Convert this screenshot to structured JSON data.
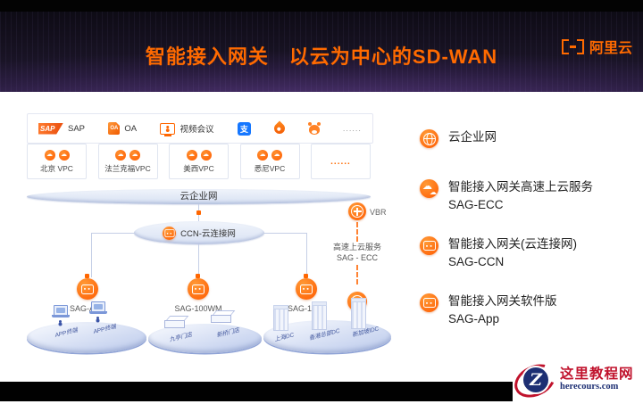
{
  "colors": {
    "accent": "#FF6A00",
    "node-orange": "#FF6600",
    "alipay-blue": "#1677FF",
    "line-blue": "#C5CFE6",
    "wm-red": "#C0122C",
    "wm-navy": "#1D2F73"
  },
  "icons": {
    "cloud": "☁",
    "alipay_char": "支"
  },
  "header": {
    "title": "智能接入网关　以云为中心的SD-WAN",
    "brand": "阿里云"
  },
  "apps_panel": {
    "sap_logo_text": "SAP",
    "sap_label": "SAP",
    "oa_icon_text": "OA",
    "oa_label": "OA",
    "video_label": "视频会议",
    "ellipsis": "......"
  },
  "vpc_row": {
    "boxes": [
      "北京 VPC",
      "法兰克福VPC",
      "美西VPC",
      "悉尼VPC"
    ],
    "more": "......"
  },
  "cen": {
    "label": "云企业网"
  },
  "ccn": {
    "label": "CCN-云连接网"
  },
  "vbr": {
    "label": "VBR"
  },
  "ecc": {
    "service_line1": "高速上云服务",
    "service_line2": "SAG - ECC"
  },
  "sag_nodes": [
    "SAG-APP",
    "SAG-100WM",
    "SAG-1000"
  ],
  "platforms": [
    {
      "items": [
        "APP终端",
        "APP终端"
      ]
    },
    {
      "items": [
        "九亭门店",
        "新桥门店"
      ]
    },
    {
      "items": [
        "上海DC",
        "香港总部DC",
        "新加坡IDC"
      ]
    }
  ],
  "legend": [
    {
      "line1": "云企业网",
      "line2": ""
    },
    {
      "line1": "智能接入网关高速上云服务",
      "line2": "SAG-ECC"
    },
    {
      "line1": "智能接入网关(云连接网)",
      "line2": "SAG-CCN"
    },
    {
      "line1": "智能接入网关软件版",
      "line2": "SAG-App"
    }
  ],
  "watermark": {
    "letter": "Z",
    "site_name": "这里教程网",
    "site_url": "herecours.com"
  }
}
